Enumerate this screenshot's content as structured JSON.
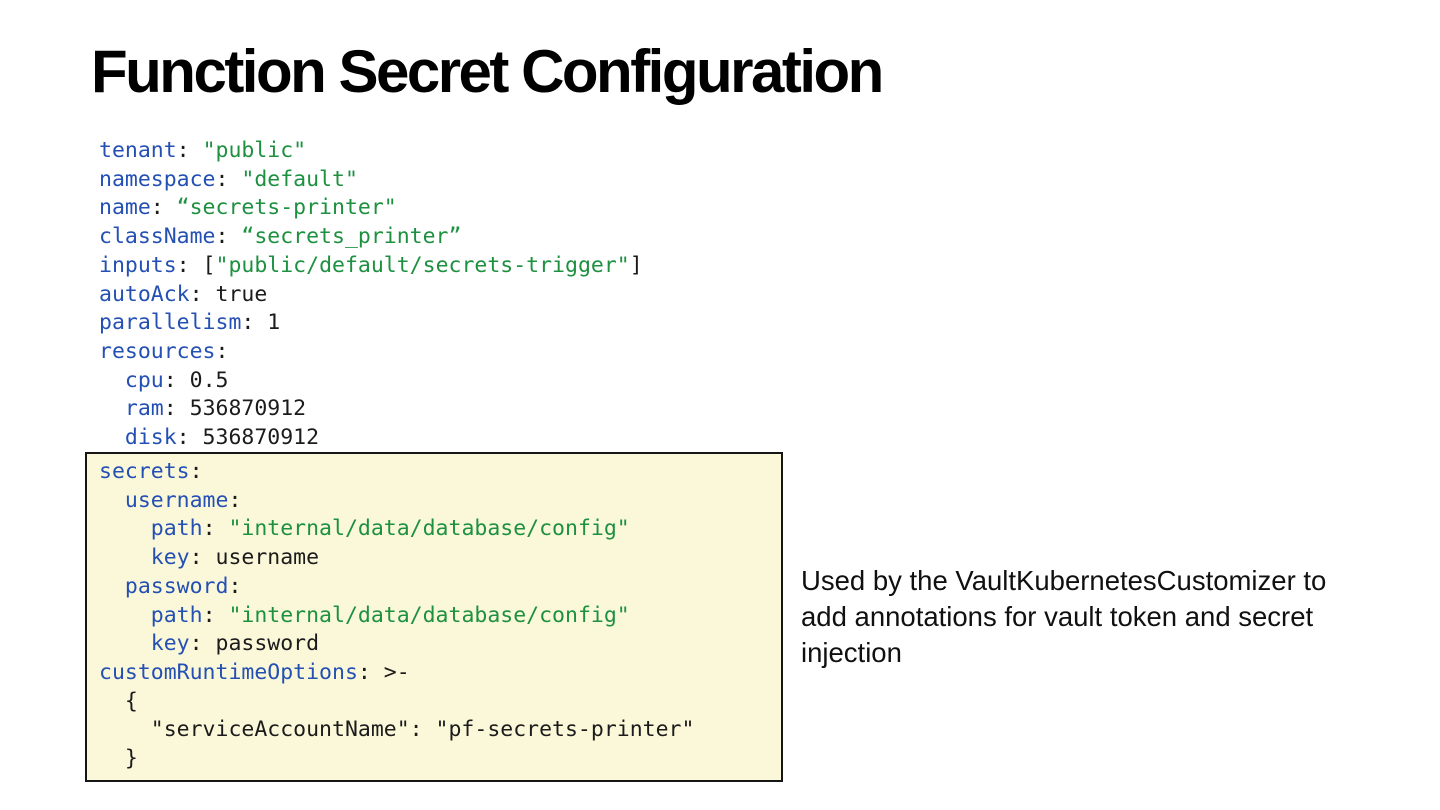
{
  "title": "Function Secret Configuration",
  "colors": {
    "key": "#2450b4",
    "string": "#1d9140",
    "plain": "#1b1b1b",
    "box_bg": "#fbf8da",
    "box_border": "#161616",
    "title_text": "#000000",
    "page_bg": "#ffffff"
  },
  "code": {
    "top_lines": [
      [
        {
          "t": "tenant",
          "c": "key"
        },
        {
          "t": ": ",
          "c": "plain"
        },
        {
          "t": "\"public\"",
          "c": "str"
        }
      ],
      [
        {
          "t": "namespace",
          "c": "key"
        },
        {
          "t": ": ",
          "c": "plain"
        },
        {
          "t": "\"default\"",
          "c": "str"
        }
      ],
      [
        {
          "t": "name",
          "c": "key"
        },
        {
          "t": ": ",
          "c": "plain"
        },
        {
          "t": "“secrets-printer\"",
          "c": "str"
        }
      ],
      [
        {
          "t": "className",
          "c": "key"
        },
        {
          "t": ": ",
          "c": "plain"
        },
        {
          "t": "“secrets_printer”",
          "c": "str"
        }
      ],
      [
        {
          "t": "inputs",
          "c": "key"
        },
        {
          "t": ": [",
          "c": "plain"
        },
        {
          "t": "\"public/default/secrets-trigger\"",
          "c": "str"
        },
        {
          "t": "]",
          "c": "plain"
        }
      ],
      [
        {
          "t": "autoAck",
          "c": "key"
        },
        {
          "t": ": true",
          "c": "plain"
        }
      ],
      [
        {
          "t": "parallelism",
          "c": "key"
        },
        {
          "t": ": 1",
          "c": "plain"
        }
      ],
      [
        {
          "t": "resources",
          "c": "key"
        },
        {
          "t": ":",
          "c": "plain"
        }
      ],
      [
        {
          "t": "  ",
          "c": "plain"
        },
        {
          "t": "cpu",
          "c": "key"
        },
        {
          "t": ": 0.5",
          "c": "plain"
        }
      ],
      [
        {
          "t": "  ",
          "c": "plain"
        },
        {
          "t": "ram",
          "c": "key"
        },
        {
          "t": ": 536870912",
          "c": "plain"
        }
      ],
      [
        {
          "t": "  ",
          "c": "plain"
        },
        {
          "t": "disk",
          "c": "key"
        },
        {
          "t": ": 536870912",
          "c": "plain"
        }
      ]
    ],
    "box_lines": [
      [
        {
          "t": "secrets",
          "c": "key"
        },
        {
          "t": ":",
          "c": "plain"
        }
      ],
      [
        {
          "t": "  ",
          "c": "plain"
        },
        {
          "t": "username",
          "c": "key"
        },
        {
          "t": ":",
          "c": "plain"
        }
      ],
      [
        {
          "t": "    ",
          "c": "plain"
        },
        {
          "t": "path",
          "c": "key"
        },
        {
          "t": ": ",
          "c": "plain"
        },
        {
          "t": "\"internal/data/database/config\"",
          "c": "str"
        }
      ],
      [
        {
          "t": "    ",
          "c": "plain"
        },
        {
          "t": "key",
          "c": "key"
        },
        {
          "t": ": username",
          "c": "plain"
        }
      ],
      [
        {
          "t": "  ",
          "c": "plain"
        },
        {
          "t": "password",
          "c": "key"
        },
        {
          "t": ":",
          "c": "plain"
        }
      ],
      [
        {
          "t": "    ",
          "c": "plain"
        },
        {
          "t": "path",
          "c": "key"
        },
        {
          "t": ": ",
          "c": "plain"
        },
        {
          "t": "\"internal/data/database/config\"",
          "c": "str"
        }
      ],
      [
        {
          "t": "    ",
          "c": "plain"
        },
        {
          "t": "key",
          "c": "key"
        },
        {
          "t": ": password",
          "c": "plain"
        }
      ],
      [
        {
          "t": "customRuntimeOptions",
          "c": "key"
        },
        {
          "t": ": >-",
          "c": "plain"
        }
      ],
      [
        {
          "t": "  {",
          "c": "plain"
        }
      ],
      [
        {
          "t": "    \"serviceAccountName\": \"pf-secrets-printer\"",
          "c": "plain"
        }
      ],
      [
        {
          "t": "  }",
          "c": "plain"
        }
      ]
    ]
  },
  "annotation": {
    "text": "Used by the VaultKubernetesCustomizer to\nadd annotations for vault token and secret\ninjection"
  }
}
